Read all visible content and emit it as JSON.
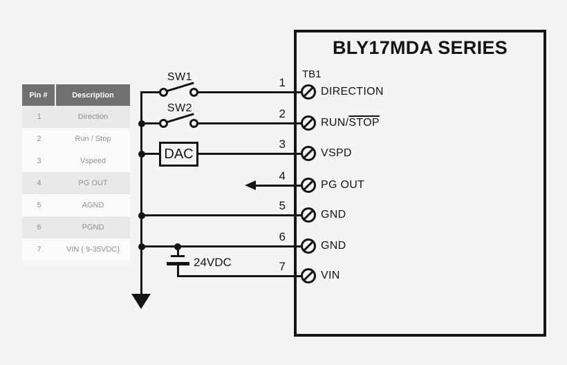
{
  "pin_table": {
    "headers": [
      "Pin #",
      "Description"
    ],
    "rows": [
      {
        "pin": "1",
        "desc": "Direction"
      },
      {
        "pin": "2",
        "desc": "Run / Stop"
      },
      {
        "pin": "3",
        "desc": "Vspeed"
      },
      {
        "pin": "4",
        "desc": "PG OUT"
      },
      {
        "pin": "5",
        "desc": "AGND"
      },
      {
        "pin": "6",
        "desc": "PGND"
      },
      {
        "pin": "7",
        "desc": "VIN ( 9-35VDC)"
      }
    ]
  },
  "components": {
    "sw1_label": "SW1",
    "sw2_label": "SW2",
    "dac_label": "DAC",
    "battery_label": "24VDC"
  },
  "device": {
    "title": "BLY17MDA SERIES",
    "terminal_block_label": "TB1",
    "terminals": [
      {
        "pin": "1",
        "label": "DIRECTION",
        "label_pre": "DIRECTION",
        "label_overline": ""
      },
      {
        "pin": "2",
        "label": "RUN/STOP",
        "label_pre": "RUN/",
        "label_overline": "STOP"
      },
      {
        "pin": "3",
        "label": "VSPD",
        "label_pre": "VSPD",
        "label_overline": ""
      },
      {
        "pin": "4",
        "label": "PG OUT",
        "label_pre": "PG OUT",
        "label_overline": ""
      },
      {
        "pin": "5",
        "label": "GND",
        "label_pre": "GND",
        "label_overline": ""
      },
      {
        "pin": "6",
        "label": "GND",
        "label_pre": "GND",
        "label_overline": ""
      },
      {
        "pin": "7",
        "label": "VIN",
        "label_pre": "VIN",
        "label_overline": ""
      }
    ]
  },
  "colors": {
    "line": "#141414",
    "page_bg": "#f4f4f5",
    "table_header_bg": "#707070",
    "table_header_text": "#ffffff",
    "table_row_shaded": "#e9e9e9",
    "table_row_plain": "#fbfbfb",
    "table_row_text": "#8f8f8f"
  }
}
